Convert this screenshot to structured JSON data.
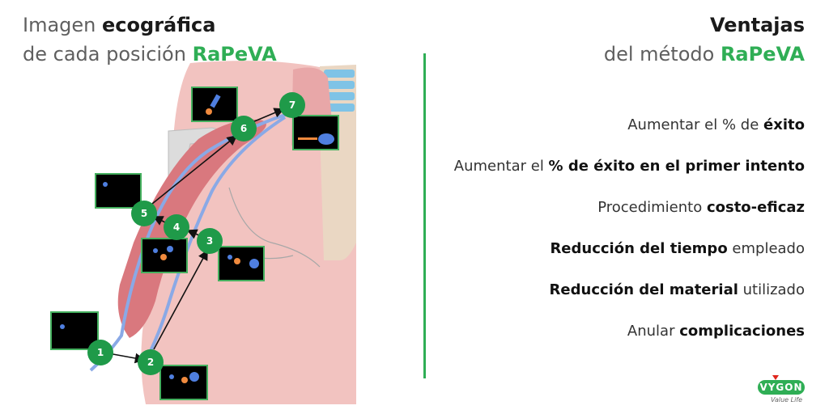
{
  "left_title": {
    "line1_normal": "Imagen",
    "line1_bold": "ecográfica",
    "line2_normal": "de cada posición",
    "line2_accent": "RaPeVA"
  },
  "right_title": {
    "line1_bold": "Ventajas",
    "line2_normal": "del método",
    "line2_accent": "RaPeVA"
  },
  "advantages": [
    {
      "pre": "Aumentar el % de ",
      "bold": "éxito",
      "post": ""
    },
    {
      "pre": "Aumentar el ",
      "bold": "% de éxito en el primer intento",
      "post": ""
    },
    {
      "pre": "Procedimiento ",
      "bold": "costo-eficaz",
      "post": ""
    },
    {
      "pre": "",
      "bold": "Reducción del tiempo",
      "post": " empleado"
    },
    {
      "pre": "",
      "bold": "Reducción del material",
      "post": " utilizado"
    },
    {
      "pre": "Anular ",
      "bold": "complicaciones",
      "post": ""
    }
  ],
  "positions": [
    "1",
    "2",
    "3",
    "4",
    "5",
    "6",
    "7"
  ],
  "logo": {
    "brand": "VYGON",
    "tagline": "Value Life"
  },
  "colors": {
    "accent": "#2fae55",
    "muscle": "#d9787e",
    "skin": "#f2c3c0",
    "vein": "#8aa9e6",
    "marker": "#1f9a49"
  }
}
